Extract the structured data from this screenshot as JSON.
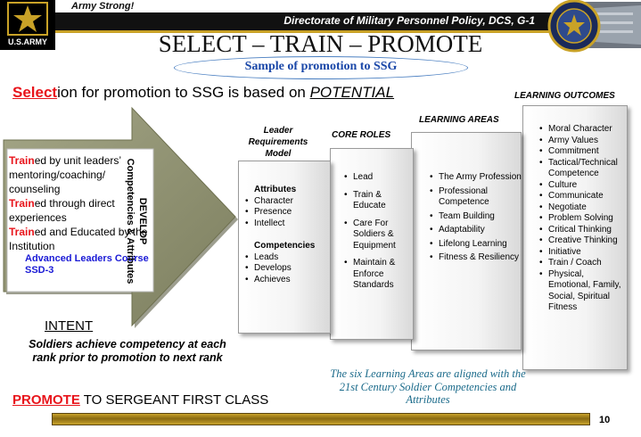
{
  "header": {
    "army_strong": "Army Strong!",
    "directorate": "Directorate of Military Personnel Policy, DCS, G-1",
    "army_logo_text": "U.S.ARMY",
    "title": "SELECT – TRAIN – PROMOTE",
    "subtitle": "Sample of promotion to SSG"
  },
  "select_line": {
    "lead": "Select",
    "rest": "ion for promotion to SSG is based on ",
    "emphasis": "POTENTIAL"
  },
  "arrow": {
    "items": [
      {
        "lead": "Train",
        "rest": "ed by unit leaders’ mentoring/coaching/ counseling"
      },
      {
        "lead": "Train",
        "rest": "ed through direct experiences"
      },
      {
        "lead": "Train",
        "rest": "ed and Educated by the Institution"
      }
    ],
    "institution_note": "Advanced Leaders Course SSD-3",
    "develop_line1": "DEVELOP",
    "develop_line2": "Competencies & Attributes"
  },
  "column_headers": {
    "leader_model": "Leader Requirements Model",
    "core_roles": "CORE ROLES",
    "learning_areas": "LEARNING AREAS",
    "learning_outcomes": "LEARNING OUTCOMES"
  },
  "leader_model": {
    "attributes_heading": "Attributes",
    "attributes": [
      "Character",
      "Presence",
      "Intellect"
    ],
    "competencies_heading": "Competencies",
    "competencies": [
      "Leads",
      "Develops",
      "Achieves"
    ]
  },
  "core_roles": [
    "Lead",
    "Train & Educate",
    "Care For Soldiers & Equipment",
    "Maintain & Enforce Standards"
  ],
  "learning_areas": [
    "The Army Profession",
    "Professional Competence",
    "Team Building",
    "Adaptability",
    "Lifelong Learning",
    "Fitness & Resiliency"
  ],
  "learning_outcomes": [
    "Moral Character",
    "Army Values",
    "Commitment",
    "Tactical/Technical Competence",
    "Culture",
    "Communicate",
    "Negotiate",
    "Problem Solving",
    "Critical Thinking",
    "Creative Thinking",
    "Initiative",
    "Train / Coach",
    "Physical, Emotional, Family, Social, Spiritual Fitness"
  ],
  "intent": {
    "label": "INTENT",
    "text": "Soldiers achieve competency at each rank prior to promotion to next rank"
  },
  "promote": {
    "lead": "PROMOTE",
    "rest": " TO SERGEANT FIRST CLASS"
  },
  "six_areas_note": "The six Learning Areas are aligned with the 21st Century Soldier Competencies and Attributes",
  "page_number": "10",
  "colors": {
    "accent_red": "#e8141b",
    "title_blue": "#1a47a8",
    "arrow_fill": "#8f9170",
    "gold": "#c9a227",
    "note_teal": "#1a6a8a"
  }
}
